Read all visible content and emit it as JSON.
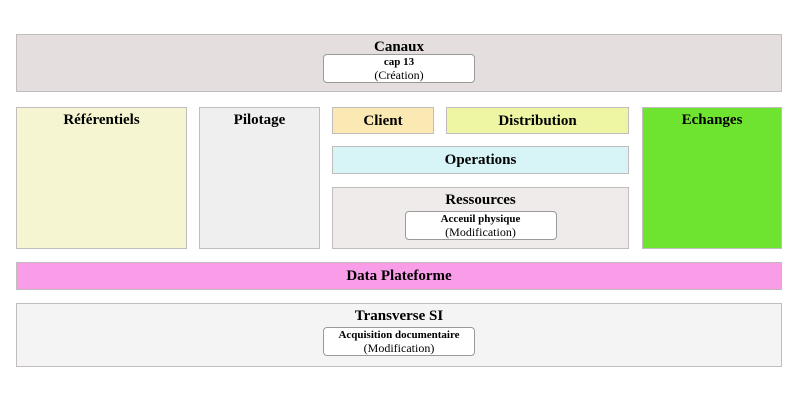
{
  "colors": {
    "canaux_bg": "#e5dede",
    "referentiels_bg": "#f5f6d1",
    "pilotage_bg": "#f0eff0",
    "client_bg": "#fae9b3",
    "distribution_bg": "#eef6a4",
    "operations_bg": "#d7f4f7",
    "ressources_bg": "#f0ebeb",
    "echanges_bg": "#6ee430",
    "data_plateforme_bg": "#f99de8",
    "transverse_si_bg": "#f4f4f4",
    "block_border": "#c3bcbc",
    "card_border": "#9a9a9a",
    "text": "#000000"
  },
  "blocks": {
    "canaux": {
      "title": "Canaux",
      "card": {
        "line1": "cap 13",
        "line2": "(Création)"
      }
    },
    "referentiels": {
      "title": "Référentiels"
    },
    "pilotage": {
      "title": "Pilotage"
    },
    "client": {
      "title": "Client"
    },
    "distribution": {
      "title": "Distribution"
    },
    "operations": {
      "title": "Operations"
    },
    "ressources": {
      "title": "Ressources",
      "card": {
        "line1": "Acceuil physique",
        "line2": "(Modification)"
      }
    },
    "echanges": {
      "title": "Echanges"
    },
    "data_plateforme": {
      "title": "Data Plateforme"
    },
    "transverse_si": {
      "title": "Transverse SI",
      "card": {
        "line1": "Acquisition documentaire",
        "line2": "(Modification)"
      }
    }
  }
}
